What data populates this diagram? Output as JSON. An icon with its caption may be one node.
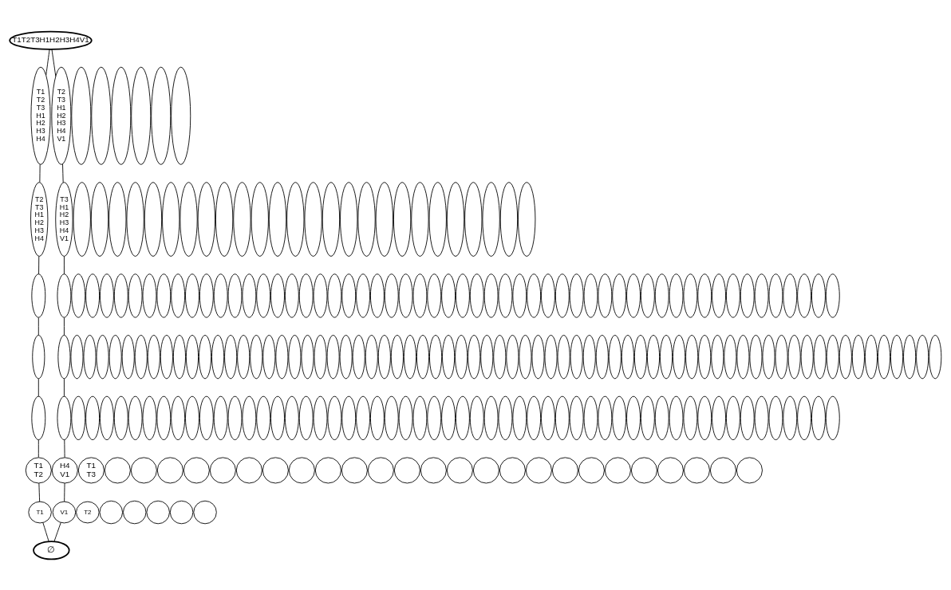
{
  "diagram": {
    "nodes": [
      {
        "text": [
          "T1T2T3H1H2H3H4V1"
        ]
      },
      {
        "text": [
          "T1 T2 T3 H1 H2 H3 H4"
        ]
      },
      {
        "text": [],
        "shape": "ellipse"
      },
      {
        "text": [],
        "shape": "ellipse"
      },
      {
        "text": [],
        "shape": "ellipse"
      },
      {
        "text": [],
        "shape": "ellipse"
      },
      {
        "text": [],
        "shape": "ellipse"
      },
      {
        "text": [],
        "shape": "ellipse"
      },
      {
        "text": [
          "T2 T3 H1 H2 H3 H4 V1"
        ]
      },
      {
        "text": [
          "T2 T3 H1 H2 H3 H4"
        ]
      },
      {
        "text": [],
        "shape": "ellipse"
      },
      {
        "text": [],
        "shape": "ellipse"
      },
      {
        "text": [],
        "shape": "ellipse"
      },
      {
        "text": [],
        "shape": "ellipse"
      },
      {
        "text": [],
        "shape": "ellipse"
      },
      {
        "text": [],
        "shape": "ellipse"
      },
      {
        "text": [],
        "shape": "ellipse"
      },
      {
        "text": [],
        "shape": "ellipse"
      },
      {
        "text": [],
        "shape": "ellipse"
      },
      {
        "text": [],
        "shape": "ellipse"
      },
      {
        "text": [],
        "shape": "ellipse"
      },
      {
        "text": [],
        "shape": "ellipse"
      },
      {
        "text": [],
        "shape": "ellipse"
      },
      {
        "text": [],
        "shape": "ellipse"
      },
      {
        "text": [],
        "shape": "ellipse"
      },
      {
        "text": [],
        "shape": "ellipse"
      },
      {
        "text": [],
        "shape": "ellipse"
      },
      {
        "text": [],
        "shape": "ellipse"
      },
      {
        "text": [],
        "shape": "ellipse"
      },
      {
        "text": [],
        "shape": "ellipse"
      },
      {
        "text": [],
        "shape": "ellipse"
      },
      {
        "text": [],
        "shape": "ellipse"
      },
      {
        "text": [],
        "shape": "ellipse"
      },
      {
        "text": [],
        "shape": "ellipse"
      },
      {
        "text": [],
        "shape": "ellipse"
      },
      {
        "text": [],
        "shape": "ellipse"
      },
      {
        "text": [
          "T3 H1 H2 H3 H4 V1"
        ]
      },
      {
        "text": [],
        "shape": "ellipse"
      },
      {
        "text": [],
        "shape": "ellipse"
      },
      {
        "text": [],
        "shape": "ellipse"
      },
      {
        "text": [],
        "shape": "ellipse"
      },
      {
        "text": [],
        "shape": "ellipse"
      },
      {
        "text": [],
        "shape": "ellipse"
      },
      {
        "text": [],
        "shape": "ellipse"
      },
      {
        "text": [],
        "shape": "ellipse"
      },
      {
        "text": [],
        "shape": "ellipse"
      },
      {
        "text": [],
        "shape": "ellipse"
      },
      {
        "text": [],
        "shape": "ellipse"
      },
      {
        "text": [],
        "shape": "ellipse"
      },
      {
        "text": [],
        "shape": "ellipse"
      },
      {
        "text": [],
        "shape": "ellipse"
      },
      {
        "text": [],
        "shape": "ellipse"
      },
      {
        "text": [],
        "shape": "ellipse"
      },
      {
        "text": [],
        "shape": "ellipse"
      },
      {
        "text": [],
        "shape": "ellipse"
      },
      {
        "text": [],
        "shape": "ellipse"
      },
      {
        "text": [],
        "shape": "ellipse"
      },
      {
        "text": [],
        "shape": "ellipse"
      },
      {
        "text": [],
        "shape": "ellipse"
      },
      {
        "text": [],
        "shape": "ellipse"
      },
      {
        "text": [],
        "shape": "ellipse"
      },
      {
        "text": [],
        "shape": "ellipse"
      },
      {
        "text": [],
        "shape": "ellipse"
      },
      {
        "text": [],
        "shape": "ellipse"
      },
      {
        "text": [],
        "shape": "ellipse"
      },
      {
        "text": [],
        "shape": "ellipse"
      },
      {
        "text": [],
        "shape": "ellipse"
      },
      {
        "text": [],
        "shape": "ellipse"
      },
      {
        "text": [],
        "shape": "ellipse"
      },
      {
        "text": [],
        "shape": "ellipse"
      },
      {
        "text": [],
        "shape": "ellipse"
      },
      {
        "text": [],
        "shape": "ellipse"
      },
      {
        "text": [],
        "shape": "ellipse"
      },
      {
        "text": [],
        "shape": "ellipse"
      },
      {
        "text": [],
        "shape": "ellipse"
      },
      {
        "text": [],
        "shape": "ellipse"
      },
      {
        "text": [],
        "shape": "ellipse"
      },
      {
        "text": [],
        "shape": "ellipse"
      },
      {
        "text": [],
        "shape": "ellipse"
      },
      {
        "text": [],
        "shape": "ellipse"
      },
      {
        "text": [],
        "shape": "ellipse"
      },
      {
        "text": [],
        "shape": "ellipse"
      },
      {
        "text": [],
        "shape": "ellipse"
      },
      {
        "text": [],
        "shape": "ellipse"
      },
      {
        "text": [],
        "shape": "ellipse"
      },
      {
        "text": [],
        "shape": "ellipse"
      },
      {
        "text": [],
        "shape": "ellipse"
      },
      {
        "text": [],
        "shape": "ellipse"
      },
      {
        "text": [],
        "shape": "ellipse"
      },
      {
        "text": [],
        "shape": "ellipse"
      },
      {
        "text": [],
        "shape": "ellipse"
      },
      {
        "text": [],
        "shape": "ellipse"
      },
      {
        "text": [],
        "shape": "ellipse"
      },
      {
        "text": [],
        "shape": "ellipse"
      },
      {
        "text": [],
        "shape": "ellipse"
      },
      {
        "text": [],
        "shape": "ellipse"
      },
      {
        "text": [],
        "shape": "ellipse"
      },
      {
        "text": [],
        "shape": "ellipse"
      },
      {
        "text": [],
        "shape": "ellipse"
      },
      {
        "text": [],
        "shape": "ellipse"
      },
      {
        "text": [],
        "shape": "ellipse"
      },
      {
        "text": [],
        "shape": "ellipse"
      },
      {
        "text": [],
        "shape": "ellipse"
      },
      {
        "text": [],
        "shape": "ellipse"
      },
      {
        "text": [],
        "shape": "ellipse"
      },
      {
        "text": [],
        "shape": "ellipse"
      },
      {
        "text": [],
        "shape": "ellipse"
      },
      {
        "text": [],
        "shape": "ellipse"
      },
      {
        "text": [],
        "shape": "ellipse"
      },
      {
        "text": [],
        "shape": "ellipse"
      },
      {
        "text": [],
        "shape": "ellipse"
      },
      {
        "text": [],
        "shape": "ellipse"
      },
      {
        "text": [],
        "shape": "ellipse"
      },
      {
        "text": [],
        "shape": "ellipse"
      },
      {
        "text": [],
        "shape": "ellipse"
      },
      {
        "text": [],
        "shape": "ellipse"
      },
      {
        "text": [],
        "shape": "ellipse"
      },
      {
        "text": [],
        "shape": "ellipse"
      },
      {
        "text": [],
        "shape": "ellipse"
      },
      {
        "text": [],
        "shape": "ellipse"
      },
      {
        "text": [],
        "shape": "ellipse"
      },
      {
        "text": [],
        "shape": "ellipse"
      },
      {
        "text": [],
        "shape": "ellipse"
      },
      {
        "text": [],
        "shape": "ellipse"
      },
      {
        "text": [],
        "shape": "ellipse"
      },
      {
        "text": [],
        "shape": "ellipse"
      },
      {
        "text": [],
        "shape": "ellipse"
      },
      {
        "text": [],
        "shape": "ellipse"
      },
      {
        "text": [],
        "shape": "ellipse"
      },
      {
        "text": [],
        "shape": "ellipse"
      },
      {
        "text": [],
        "shape": "ellipse"
      },
      {
        "text": [],
        "shape": "ellipse"
      },
      {
        "text": [],
        "shape": "ellipse"
      },
      {
        "text": [],
        "shape": "ellipse"
      },
      {
        "text": [],
        "shape": "ellipse"
      },
      {
        "text": [],
        "shape": "ellipse"
      },
      {
        "text": [],
        "shape": "ellipse"
      },
      {
        "text": [],
        "shape": "ellipse"
      },
      {
        "text": [],
        "shape": "ellipse"
      },
      {
        "text": [],
        "shape": "ellipse"
      },
      {
        "text": [],
        "shape": "ellipse"
      },
      {
        "text": [],
        "shape": "ellipse"
      },
      {
        "text": [],
        "shape": "ellipse"
      },
      {
        "text": [],
        "shape": "ellipse"
      },
      {
        "text": [],
        "shape": "ellipse"
      },
      {
        "text": [],
        "shape": "ellipse"
      },
      {
        "text": [],
        "shape": "ellipse"
      },
      {
        "text": [],
        "shape": "ellipse"
      },
      {
        "text": [],
        "shape": "ellipse"
      },
      {
        "text": [],
        "shape": "ellipse"
      },
      {
        "text": [],
        "shape": "ellipse"
      },
      {
        "text": [],
        "shape": "ellipse"
      },
      {
        "text": [],
        "shape": "ellipse"
      },
      {
        "text": [],
        "shape": "ellipse"
      },
      {
        "text": [],
        "shape": "ellipse"
      },
      {
        "text": [],
        "shape": "ellipse"
      },
      {
        "text": [],
        "shape": "ellipse"
      },
      {
        "text": [],
        "shape": "ellipse"
      },
      {
        "text": [],
        "shape": "ellipse"
      },
      {
        "text": [],
        "shape": "ellipse"
      },
      {
        "text": [],
        "shape": "ellipse"
      },
      {
        "text": [],
        "shape": "ellipse"
      },
      {
        "text": [],
        "shape": "ellipse"
      },
      {
        "text": [],
        "shape": "ellipse"
      },
      {
        "text": [],
        "shape": "ellipse"
      },
      {
        "text": [],
        "shape": "ellipse"
      },
      {
        "text": [],
        "shape": "ellipse"
      },
      {
        "text": [],
        "shape": "ellipse"
      },
      {
        "text": [],
        "shape": "ellipse"
      },
      {
        "text": [],
        "shape": "ellipse"
      },
      {
        "text": [],
        "shape": "ellipse"
      },
      {
        "text": [],
        "shape": "ellipse"
      },
      {
        "text": [],
        "shape": "ellipse"
      },
      {
        "text": [],
        "shape": "ellipse"
      },
      {
        "text": [],
        "shape": "ellipse"
      },
      {
        "text": [],
        "shape": "ellipse"
      },
      {
        "text": [],
        "shape": "ellipse"
      },
      {
        "text": [],
        "shape": "ellipse"
      },
      {
        "text": [],
        "shape": "ellipse"
      },
      {
        "text": [],
        "shape": "ellipse"
      },
      {
        "text": [],
        "shape": "ellipse"
      },
      {
        "text": [],
        "shape": "ellipse"
      },
      {
        "text": [],
        "shape": "ellipse"
      },
      {
        "text": [],
        "shape": "ellipse"
      },
      {
        "text": [],
        "shape": "ellipse"
      },
      {
        "text": [],
        "shape": "ellipse"
      },
      {
        "text": [],
        "shape": "ellipse"
      },
      {
        "text": [],
        "shape": "ellipse"
      },
      {
        "text": [],
        "shape": "ellipse"
      },
      {
        "text": [],
        "shape": "ellipse"
      },
      {
        "text": [],
        "shape": "ellipse"
      },
      {
        "text": [],
        "shape": "ellipse"
      },
      {
        "text": [],
        "shape": "ellipse"
      },
      {
        "text": [],
        "shape": "ellipse"
      },
      {
        "text": [],
        "shape": "ellipse"
      },
      {
        "text": [],
        "shape": "ellipse"
      },
      {
        "text": [],
        "shape": "ellipse"
      },
      {
        "text": [],
        "shape": "ellipse"
      },
      {
        "text": [],
        "shape": "ellipse"
      },
      {
        "text": [],
        "shape": "ellipse"
      },
      {
        "text": [],
        "shape": "ellipse"
      },
      {
        "text": [],
        "shape": "ellipse"
      },
      {
        "text": [],
        "shape": "ellipse"
      },
      {
        "text": [],
        "shape": "ellipse"
      },
      {
        "text": [],
        "shape": "ellipse"
      },
      {
        "text": [],
        "shape": "ellipse"
      },
      {
        "text": [],
        "shape": "ellipse"
      },
      {
        "text": [],
        "shape": "ellipse"
      },
      {
        "text": [],
        "shape": "ellipse"
      },
      {
        "text": [],
        "shape": "ellipse"
      },
      {
        "text": [],
        "shape": "ellipse"
      },
      {
        "text": [],
        "shape": "ellipse"
      },
      {
        "text": [],
        "shape": "ellipse"
      },
      {
        "text": [],
        "shape": "ellipse"
      },
      {
        "text": [],
        "shape": "ellipse"
      },
      {
        "text": [],
        "shape": "ellipse"
      },
      {
        "text": [],
        "shape": "ellipse"
      },
      {
        "text": [],
        "shape": "ellipse"
      },
      {
        "text": [],
        "shape": "ellipse"
      },
      {
        "text": [
          "T1 T2"
        ]
      },
      {
        "text": [
          "T1 T3"
        ]
      },
      {
        "text": [],
        "shape": "circle"
      },
      {
        "text": [],
        "shape": "circle"
      },
      {
        "text": [],
        "shape": "circle"
      },
      {
        "text": [],
        "shape": "circle"
      },
      {
        "text": [],
        "shape": "circle"
      },
      {
        "text": [],
        "shape": "circle"
      },
      {
        "text": [],
        "shape": "circle"
      },
      {
        "text": [],
        "shape": "circle"
      },
      {
        "text": [],
        "shape": "circle"
      },
      {
        "text": [],
        "shape": "circle"
      },
      {
        "text": [],
        "shape": "circle"
      },
      {
        "text": [],
        "shape": "circle"
      },
      {
        "text": [],
        "shape": "circle"
      },
      {
        "text": [],
        "shape": "circle"
      },
      {
        "text": [],
        "shape": "circle"
      },
      {
        "text": [],
        "shape": "circle"
      },
      {
        "text": [],
        "shape": "circle"
      },
      {
        "text": [],
        "shape": "circle"
      },
      {
        "text": [],
        "shape": "circle"
      },
      {
        "text": [],
        "shape": "circle"
      },
      {
        "text": [],
        "shape": "circle"
      },
      {
        "text": [],
        "shape": "circle"
      },
      {
        "text": [],
        "shape": "circle"
      },
      {
        "text": [],
        "shape": "circle"
      },
      {
        "text": [],
        "shape": "circle"
      },
      {
        "text": [
          "H4 V1"
        ]
      },
      {
        "text": [
          "T1"
        ]
      },
      {
        "text": [
          "T2"
        ]
      },
      {
        "text": [],
        "shape": "circle"
      },
      {
        "text": [],
        "shape": "circle"
      },
      {
        "text": [],
        "shape": "circle"
      },
      {
        "text": [],
        "shape": "circle"
      },
      {
        "text": [],
        "shape": "circle"
      },
      {
        "text": [
          "V1"
        ]
      },
      {
        "text": [
          "∅"
        ]
      }
    ],
    "edges": [
      {
        "from": 0,
        "to": 1,
        "arrow": "none"
      },
      {
        "from": 0,
        "to": 8,
        "arrow": "none"
      },
      {
        "from": 1,
        "to": 9,
        "arrow": "none"
      },
      {
        "from": 8,
        "to": 36,
        "arrow": "none"
      },
      {
        "from": 9,
        "to": 37,
        "arrow": "none"
      },
      {
        "from": 36,
        "to": 92,
        "arrow": "none"
      },
      {
        "from": 37,
        "to": 93,
        "arrow": "none"
      },
      {
        "from": 92,
        "to": 162,
        "arrow": "none"
      },
      {
        "from": 93,
        "to": 163,
        "arrow": "none"
      },
      {
        "from": 162,
        "to": 218,
        "arrow": "none"
      },
      {
        "from": 163,
        "to": 219,
        "arrow": "none"
      },
      {
        "from": 218,
        "to": 246,
        "arrow": "none"
      },
      {
        "from": 219,
        "to": 247,
        "arrow": "none"
      },
      {
        "from": 246,
        "to": 254,
        "arrow": "none"
      },
      {
        "from": 247,
        "to": 255,
        "arrow": "none"
      },
      {
        "from": 254,
        "to": 255,
        "arrow": "none"
      }
    ]
  }
}
